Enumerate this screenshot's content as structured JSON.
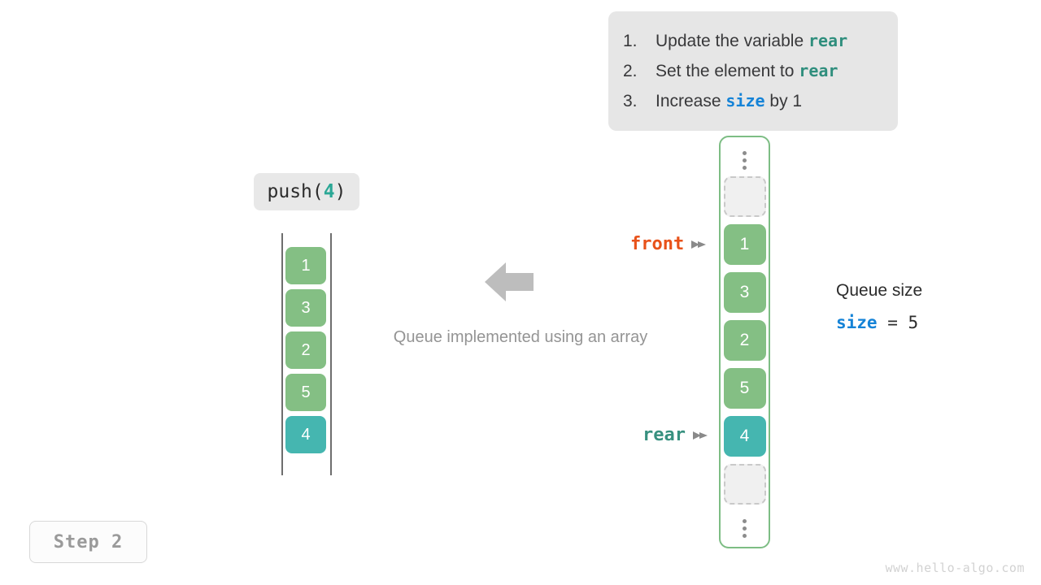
{
  "instructions": {
    "items": [
      {
        "num": "1.",
        "pre": "Update the variable ",
        "keyword": "rear",
        "keyword_color": "#2f8e7d",
        "post": ""
      },
      {
        "num": "2.",
        "pre": "Set the element to ",
        "keyword": "rear",
        "keyword_color": "#2f8e7d",
        "post": ""
      },
      {
        "num": "3.",
        "pre": "Increase ",
        "keyword": "size",
        "keyword_color": "#1583d7",
        "post": " by 1"
      }
    ]
  },
  "operation": {
    "name": "push(",
    "arg": "4",
    "close": ")"
  },
  "left_queue": {
    "cells": [
      {
        "value": "1",
        "style": "green"
      },
      {
        "value": "3",
        "style": "green"
      },
      {
        "value": "2",
        "style": "green"
      },
      {
        "value": "5",
        "style": "green"
      },
      {
        "value": "4",
        "style": "teal"
      }
    ]
  },
  "middle": {
    "caption": "Queue implemented using an array",
    "arrow_direction": "left"
  },
  "pointers": {
    "front": {
      "label": "front",
      "color": "#e8521a"
    },
    "rear": {
      "label": "rear",
      "color": "#37907f"
    }
  },
  "right_column": {
    "cells": [
      {
        "kind": "dots",
        "value": ""
      },
      {
        "kind": "empty",
        "value": ""
      },
      {
        "kind": "green",
        "value": "1"
      },
      {
        "kind": "green",
        "value": "3"
      },
      {
        "kind": "green",
        "value": "2"
      },
      {
        "kind": "green",
        "value": "5"
      },
      {
        "kind": "teal",
        "value": "4"
      },
      {
        "kind": "empty",
        "value": ""
      },
      {
        "kind": "dots",
        "value": ""
      }
    ]
  },
  "size_readout": {
    "title": "Queue size",
    "var": "size",
    "equals": " = ",
    "value": "5"
  },
  "step_badge": {
    "label": "Step 2"
  },
  "watermark": {
    "text": "www.hello-algo.com"
  },
  "colors": {
    "green": "#84bf84",
    "teal": "#45b6b0",
    "front": "#e8521a",
    "rear": "#37907f",
    "size_blue": "#1583d7",
    "container_border": "#7dbd84",
    "panel_bg": "#e6e6e6"
  }
}
